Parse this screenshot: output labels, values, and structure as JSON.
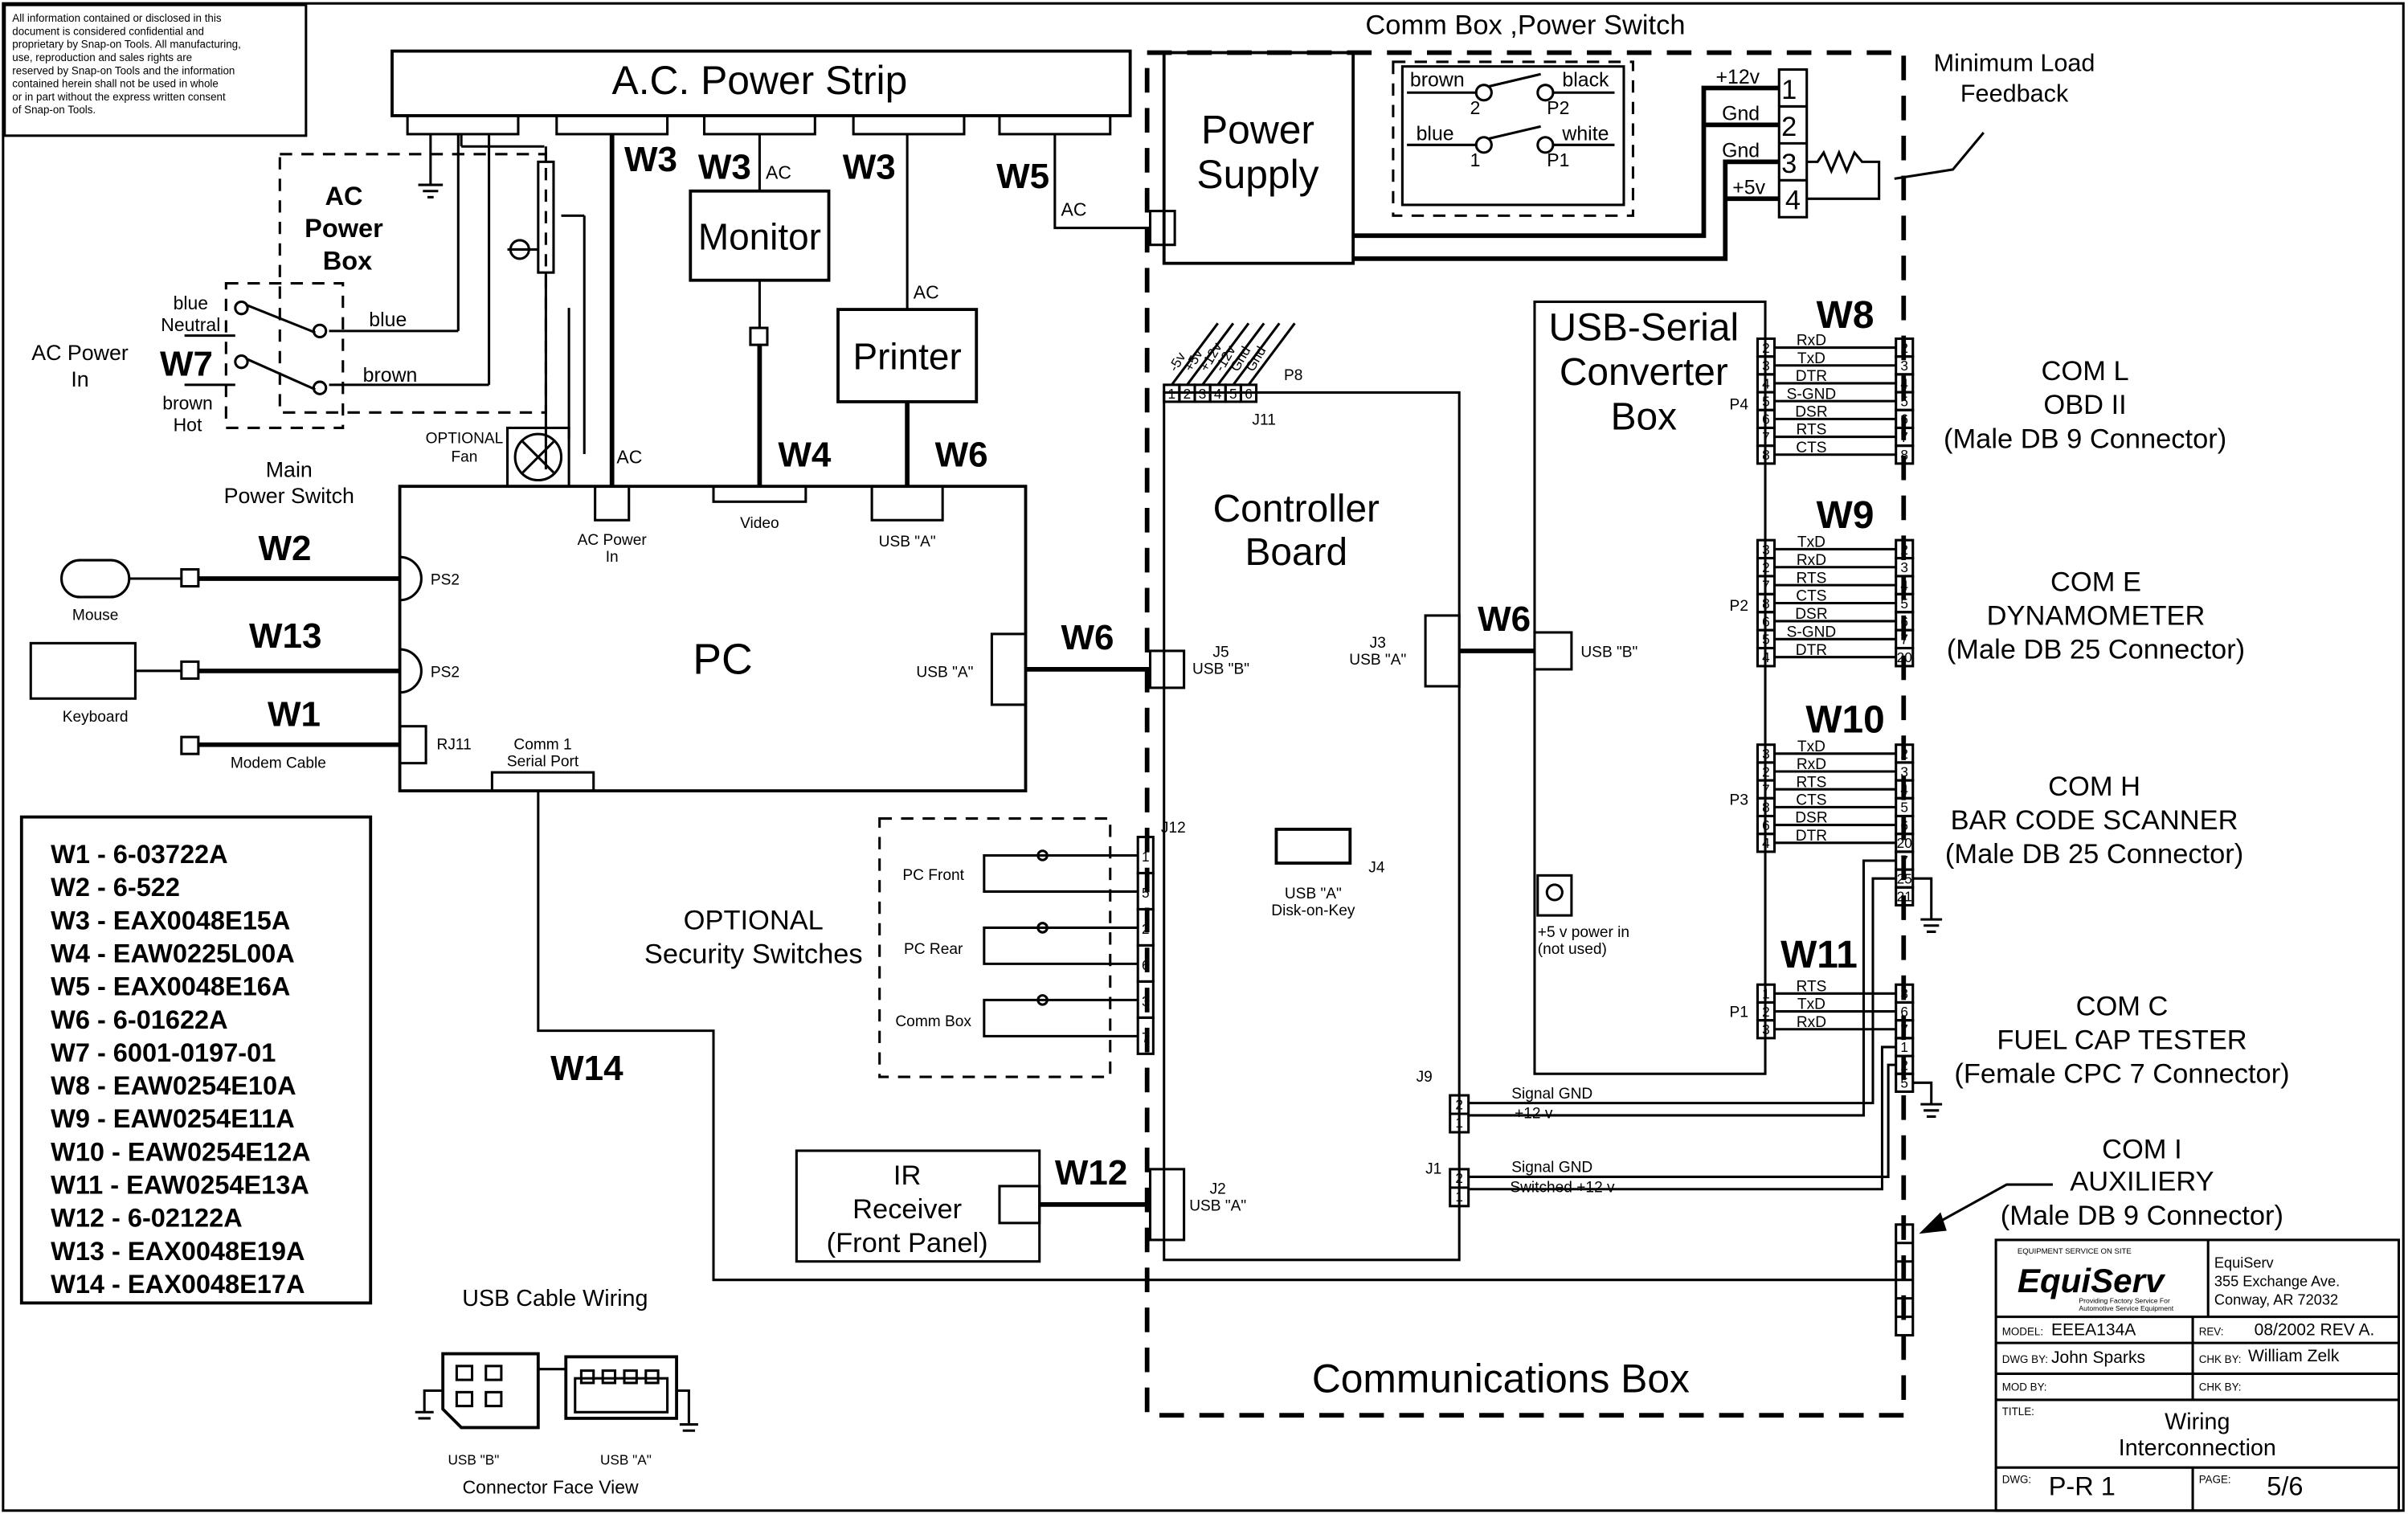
{
  "disclaimer": [
    "All information contained or disclosed in this",
    "document is considered confidential and",
    "proprietary by Snap-on Tools.  All manufacturing,",
    "use, reproduction and sales rights are",
    "reserved by Snap-on Tools and the information",
    "contained herein shall not be used in whole",
    "or in part without the express written consent",
    "of Snap-on Tools."
  ],
  "power_strip": "A.C. Power Strip",
  "ac_power_box": [
    "AC",
    "Power",
    "Box"
  ],
  "ac_power_in": [
    "AC Power",
    "In"
  ],
  "main_power_switch": [
    "Main",
    "Power Switch"
  ],
  "optional_fan": [
    "OPTIONAL",
    "Fan"
  ],
  "monitor": "Monitor",
  "printer": "Printer",
  "pc": "PC",
  "power_supply": [
    "Power",
    "Supply"
  ],
  "comm_box_power_switch": "Comm Box ,Power Switch",
  "min_load_feedback": [
    "Minimum Load",
    "Feedback"
  ],
  "usb_serial": [
    "USB-Serial",
    "Converter",
    "Box"
  ],
  "controller_board": [
    "Controller",
    "Board"
  ],
  "communications_box": "Communications Box",
  "ir_receiver": [
    "IR",
    "Receiver",
    "(Front Panel)"
  ],
  "optional_security": [
    "OPTIONAL",
    "Security Switches"
  ],
  "security_switches": [
    "PC Front",
    "PC Rear",
    "Comm Box"
  ],
  "wires": {
    "w1": "W1",
    "w2": "W2",
    "w3": "W3",
    "w4": "W4",
    "w5": "W5",
    "w6": "W6",
    "w7": "W7",
    "w8": "W8",
    "w9": "W9",
    "w10": "W10",
    "w11": "W11",
    "w12": "W12",
    "w13": "W13",
    "w14": "W14"
  },
  "small": {
    "ac": "AC",
    "blue": "blue",
    "brown": "brown",
    "blue_neutral": [
      "blue",
      "Neutral"
    ],
    "brown_hot": [
      "brown",
      "Hot"
    ],
    "black": "black",
    "white": "white",
    "two": "2",
    "one": "1",
    "p1": "P1",
    "p2": "P2",
    "video": "Video",
    "usb_a_q": "USB \"A\"",
    "usb_b_q": "USB \"B\"",
    "ac_power_in_small": [
      "AC Power",
      "In"
    ],
    "mouse": "Mouse",
    "keyboard": "Keyboard",
    "modem_cable": "Modem Cable",
    "ps2": "PS2",
    "rj11": "RJ11",
    "comm1": [
      "Comm 1",
      "Serial Port"
    ],
    "j5": "J5",
    "j3": "J3",
    "j2": "J2",
    "j4": "J4",
    "j9": "J9",
    "j1": "J1",
    "j11": "J11",
    "j12": "J12",
    "p8": "P8",
    "p4": "P4",
    "p2c": "P2",
    "p3": "P3",
    "p1c": "P1",
    "disk_on_key": [
      "USB \"A\"",
      "Disk-on-Key"
    ],
    "five_v": [
      "+5 v power in",
      "(not used)"
    ],
    "signal_gnd": "Signal GND",
    "plus12": "+12 v",
    "switched12": "Switched +12 v",
    "p8_pins": [
      "-5v",
      "+5v",
      "+12v",
      "-12v",
      "Gnd",
      "Gnd"
    ],
    "usb_cable_wiring": "USB Cable Wiring",
    "connector_face": "Connector Face View"
  },
  "terminal": {
    "labels": [
      "+12v",
      "Gnd",
      "Gnd",
      "+5v"
    ],
    "nums": [
      "1",
      "2",
      "3",
      "4"
    ]
  },
  "w8_rows": [
    [
      "2",
      "RxD",
      "2"
    ],
    [
      "3",
      "TxD",
      "3"
    ],
    [
      "4",
      "DTR",
      "4"
    ],
    [
      "5",
      "S-GND",
      "5"
    ],
    [
      "6",
      "DSR",
      "6"
    ],
    [
      "7",
      "RTS",
      "7"
    ],
    [
      "8",
      "CTS",
      "8"
    ]
  ],
  "w9_rows": [
    [
      "3",
      "TxD",
      "2"
    ],
    [
      "2",
      "RxD",
      "3"
    ],
    [
      "7",
      "RTS",
      "4"
    ],
    [
      "8",
      "CTS",
      "5"
    ],
    [
      "6",
      "DSR",
      "6"
    ],
    [
      "5",
      "S-GND",
      "7"
    ],
    [
      "4",
      "DTR",
      "20"
    ]
  ],
  "w10_rows": [
    [
      "3",
      "TxD",
      "2"
    ],
    [
      "2",
      "RxD",
      "3"
    ],
    [
      "7",
      "RTS",
      "4"
    ],
    [
      "8",
      "CTS",
      "5"
    ],
    [
      "6",
      "DSR",
      "6"
    ],
    [
      "4",
      "DTR",
      "20"
    ]
  ],
  "w10_extra": [
    "7",
    "25",
    "21"
  ],
  "w11_rows": [
    [
      "1",
      "RTS",
      "3"
    ],
    [
      "2",
      "TxD",
      "6"
    ],
    [
      "3",
      "RxD",
      "7"
    ]
  ],
  "w11_extra": [
    "1",
    "2",
    "5"
  ],
  "j11_pins": [
    "1",
    "2",
    "3",
    "4",
    "5",
    "6"
  ],
  "j12_pins": [
    "1",
    "5",
    "2",
    "6",
    "3",
    "7"
  ],
  "com_l": [
    "COM L",
    "OBD II",
    "(Male DB 9 Connector)"
  ],
  "com_e": [
    "COM E",
    "DYNAMOMETER",
    "(Male DB 25 Connector)"
  ],
  "com_h": [
    "COM H",
    "BAR CODE SCANNER",
    "(Male DB 25 Connector)"
  ],
  "com_c": [
    "COM C",
    "FUEL CAP TESTER",
    "(Female CPC 7 Connector)"
  ],
  "com_i": [
    "COM I",
    "AUXILIERY",
    "(Male DB 9 Connector)"
  ],
  "parts": [
    "W1 - 6-03722A",
    "W2 - 6-522",
    "W3 - EAX0048E15A",
    "W4 - EAW0225L00A",
    "W5 - EAX0048E16A",
    "W6 - 6-01622A",
    "W7 - 6001-0197-01",
    "W8 - EAW0254E10A",
    "W9 - EAW0254E11A",
    "W10 - EAW0254E12A",
    "W11 - EAW0254E13A",
    "W12 - 6-02122A",
    "W13 - EAX0048E19A",
    "W14 - EAX0048E17A"
  ],
  "title_block": {
    "logo": "EquiServ",
    "logo_top": "EQUIPMENT SERVICE   ON SITE",
    "logo_sub": [
      "Providing Factory Service For",
      "Automotive Service Equipment"
    ],
    "address": [
      "EquiServ",
      "355 Exchange Ave.",
      "Conway, AR 72032"
    ],
    "model_label": "MODEL:",
    "model": "EEEA134A",
    "rev_label": "REV:",
    "rev": "08/2002 REV A.",
    "dwg_by_label": "DWG BY:",
    "dwg_by": "John Sparks",
    "chk_by_label": "CHK BY:",
    "chk_by": "William Zelk",
    "mod_by_label": "MOD BY:",
    "chk_by2_label": "CHK BY:",
    "title_label": "TITLE:",
    "title": [
      "Wiring",
      "Interconnection"
    ],
    "dwg_label": "DWG:",
    "dwg": "P-R 1",
    "page_label": "PAGE:",
    "page": "5/6"
  }
}
